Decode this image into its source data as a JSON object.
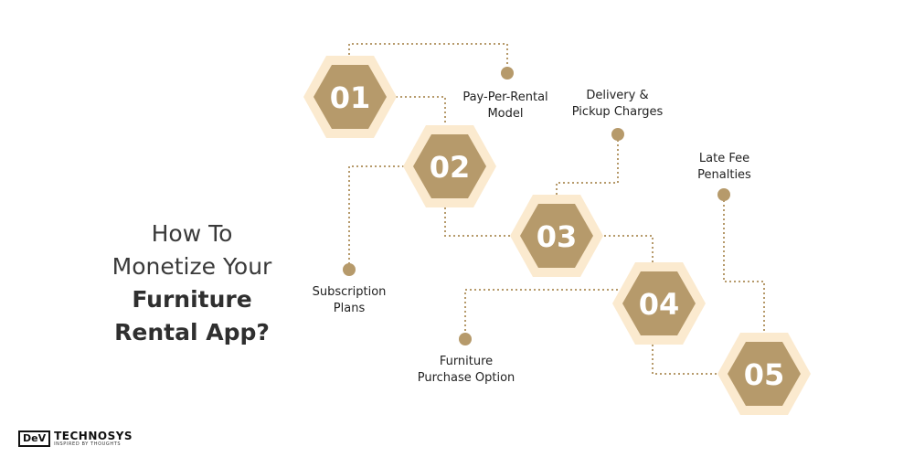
{
  "title": {
    "line1": "How To",
    "line2": "Monetize Your",
    "line3": "Furniture",
    "line4": "Rental App?"
  },
  "steps": [
    {
      "number": "01",
      "label_line1": "Pay-Per-Rental",
      "label_line2": "Model"
    },
    {
      "number": "02",
      "label_line1": "Subscription",
      "label_line2": "Plans"
    },
    {
      "number": "03",
      "label_line1": "Delivery &",
      "label_line2": "Pickup Charges"
    },
    {
      "number": "04",
      "label_line1": "Furniture",
      "label_line2": "Purchase Option"
    },
    {
      "number": "05",
      "label_line1": "Late Fee",
      "label_line2": "Penalties"
    }
  ],
  "logo": {
    "mark": "DeV",
    "name": "TECHNOSYS",
    "tagline": "INSPIRED BY THOUGHTS"
  },
  "colors": {
    "hex_outer": "#fbeacf",
    "hex_inner": "#b69a6b",
    "hex_text": "#ffffff",
    "connector": "#b69a6b",
    "dot": "#b69a6b",
    "title_text": "#3a3a3a"
  }
}
